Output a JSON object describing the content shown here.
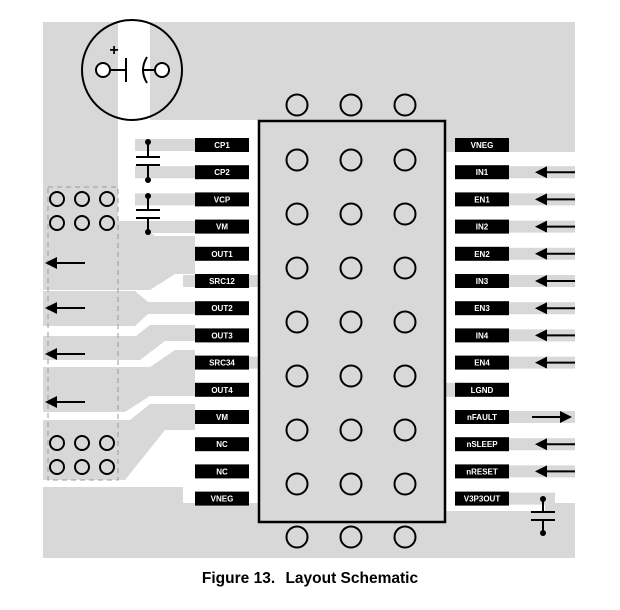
{
  "figure": {
    "number": "Figure 13.",
    "title": "Layout Schematic"
  },
  "colors": {
    "copper": "#d8d8d8",
    "chip_fill": "#d8d8d8",
    "pin_fill": "#000000",
    "pin_text": "#ffffff",
    "outline": "#000000",
    "dashed": "#9a9a9a"
  },
  "bulk_capacitor": {
    "polarity_mark": "+"
  },
  "left_pins": [
    {
      "label": "CP1",
      "connection": "capacitor-to-CP2"
    },
    {
      "label": "CP2",
      "connection": "capacitor-to-CP1"
    },
    {
      "label": "VCP",
      "connection": "capacitor-to-VM"
    },
    {
      "label": "VM",
      "connection": "power"
    },
    {
      "label": "OUT1",
      "connection": "output-arrow"
    },
    {
      "label": "SRC12",
      "connection": "sense"
    },
    {
      "label": "OUT2",
      "connection": "output-arrow"
    },
    {
      "label": "OUT3",
      "connection": "output-arrow"
    },
    {
      "label": "SRC34",
      "connection": "sense"
    },
    {
      "label": "OUT4",
      "connection": "output-arrow"
    },
    {
      "label": "VM",
      "connection": "power"
    },
    {
      "label": "NC",
      "connection": "none"
    },
    {
      "label": "NC",
      "connection": "none"
    },
    {
      "label": "VNEG",
      "connection": "ground-plane"
    }
  ],
  "right_pins": [
    {
      "label": "VNEG",
      "connection": "ground-plane"
    },
    {
      "label": "IN1",
      "connection": "input-arrow"
    },
    {
      "label": "EN1",
      "connection": "input-arrow"
    },
    {
      "label": "IN2",
      "connection": "input-arrow"
    },
    {
      "label": "EN2",
      "connection": "input-arrow"
    },
    {
      "label": "IN3",
      "connection": "input-arrow"
    },
    {
      "label": "EN3",
      "connection": "input-arrow"
    },
    {
      "label": "IN4",
      "connection": "input-arrow"
    },
    {
      "label": "EN4",
      "connection": "input-arrow"
    },
    {
      "label": "LGND",
      "connection": "ground"
    },
    {
      "label": "nFAULT",
      "connection": "output-arrow"
    },
    {
      "label": "nSLEEP",
      "connection": "input-arrow"
    },
    {
      "label": "nRESET",
      "connection": "input-arrow"
    },
    {
      "label": "V3P3OUT",
      "connection": "capacitor-to-ground"
    }
  ],
  "thermal_vias": {
    "columns": 3,
    "rows": 9
  },
  "connector_vias": {
    "columns": 3,
    "rows": 2
  },
  "output_arrows": 4
}
